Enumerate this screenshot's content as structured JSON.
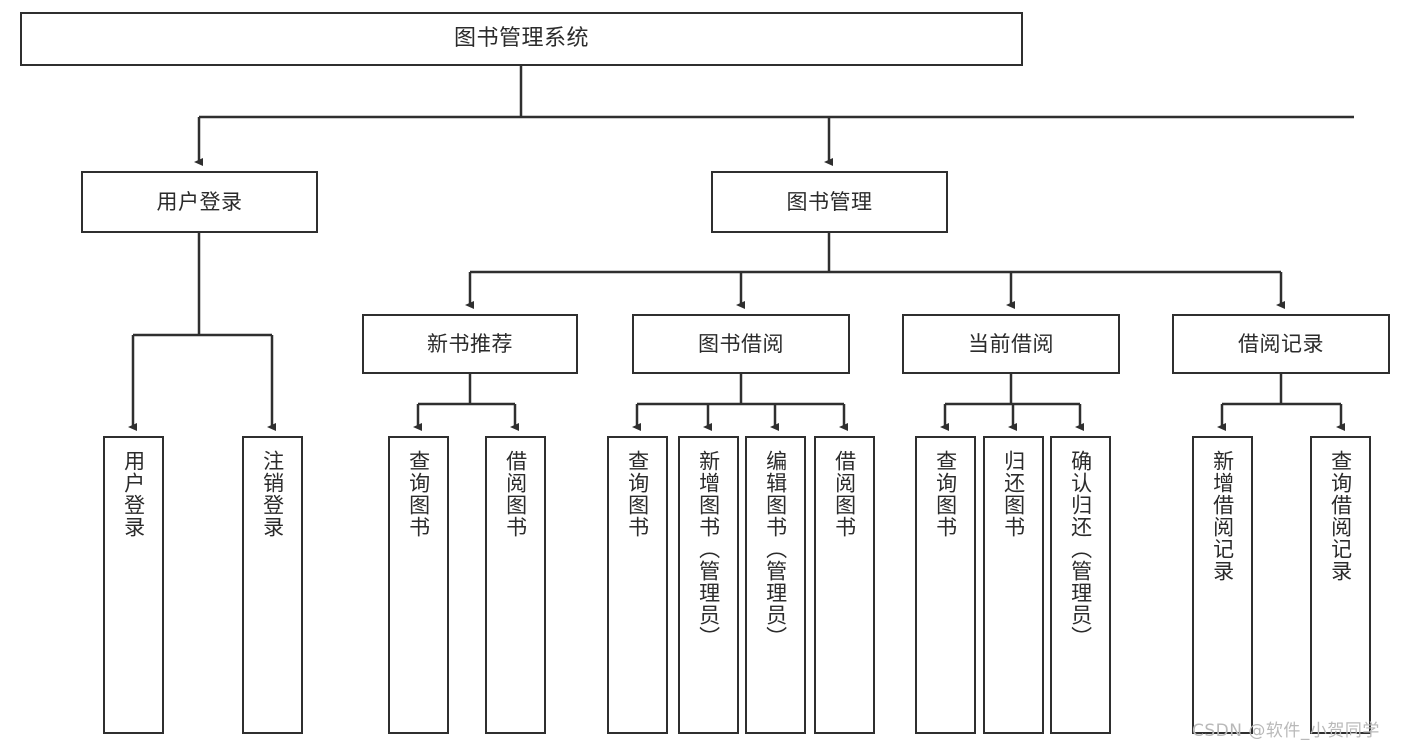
{
  "diagram": {
    "title": "图书管理系统",
    "root": {
      "label": "图书管理系统"
    },
    "level1": [
      {
        "label": "用户登录"
      },
      {
        "label": "图书管理"
      }
    ],
    "level2": [
      {
        "label": "新书推荐"
      },
      {
        "label": "图书借阅"
      },
      {
        "label": "当前借阅"
      },
      {
        "label": "借阅记录"
      }
    ],
    "leaves": {
      "user_login": [
        {
          "label": "用户登录"
        },
        {
          "label": "注销登录"
        }
      ],
      "new_book": [
        {
          "label": "查询图书"
        },
        {
          "label": "借阅图书"
        }
      ],
      "book_borrow": [
        {
          "label": "查询图书"
        },
        {
          "label": "新增图书（管理员）"
        },
        {
          "label": "编辑图书（管理员）"
        },
        {
          "label": "借阅图书"
        }
      ],
      "current_borrow": [
        {
          "label": "查询图书"
        },
        {
          "label": "归还图书"
        },
        {
          "label": "确认归还（管理员）"
        }
      ],
      "borrow_record": [
        {
          "label": "新增借阅记录"
        },
        {
          "label": "查询借阅记录"
        }
      ]
    }
  },
  "watermark": {
    "text": "CSDN @软件_小贺同学"
  },
  "colors": {
    "stroke": "#2f2f2f",
    "text": "#2b2b2b",
    "background": "#ffffff",
    "watermark": "#b9b9b9"
  }
}
